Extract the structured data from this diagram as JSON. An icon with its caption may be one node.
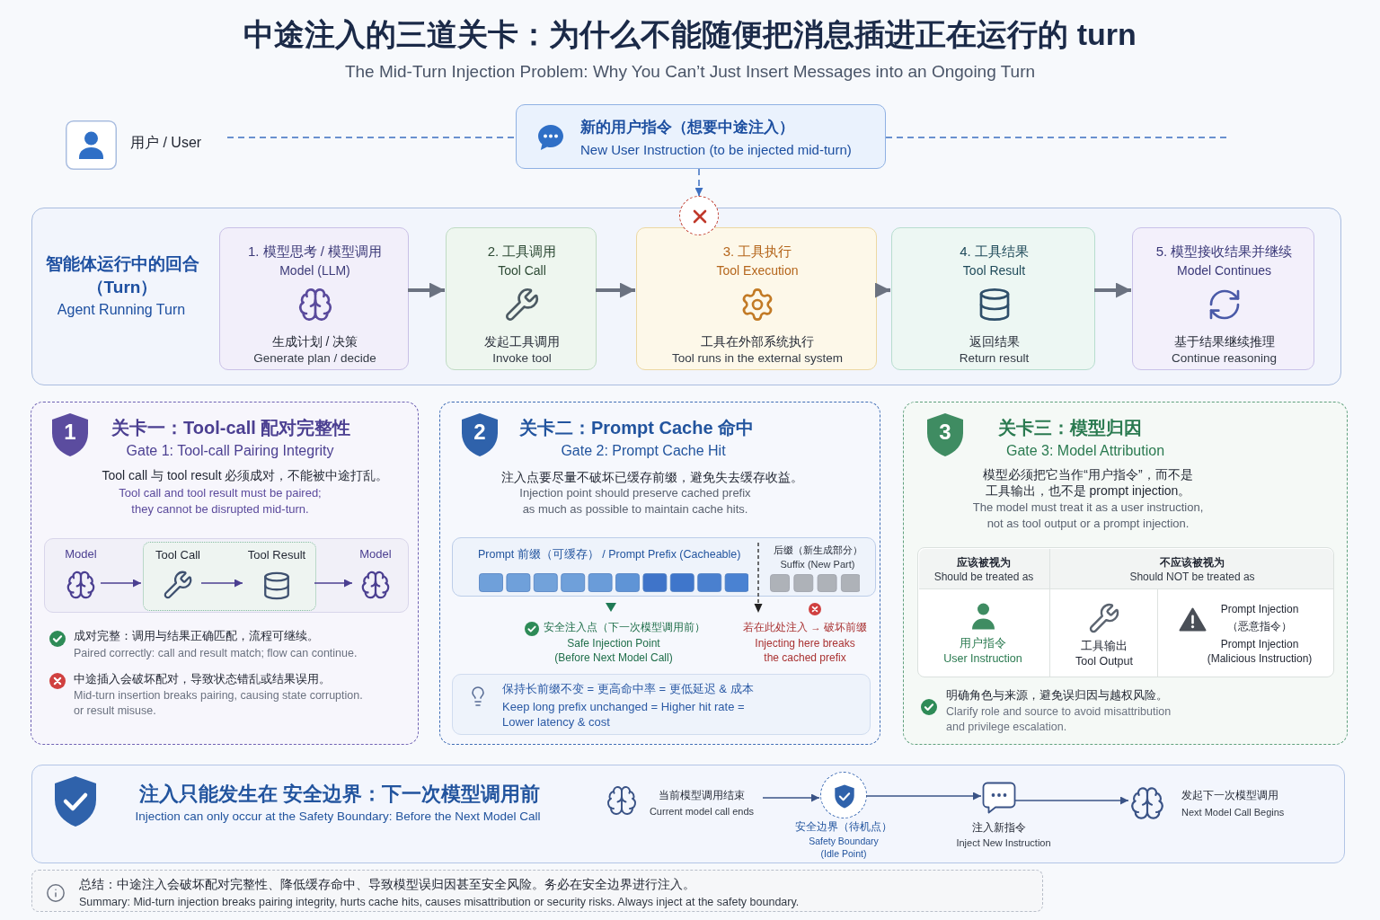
{
  "diagram": {
    "title": "中途注入的三道关卡：为什么不能随便把消息插进正在运行的 turn",
    "nodes": [
      {
        "text": [
          "用户 / User"
        ]
      },
      {
        "text": [
          "新的用户指令（想要中途注入）",
          "New User Instruction (to be injected mid-turn)"
        ]
      },
      {
        "text": [],
        "shape": "circle"
      },
      {
        "text": [
          "智能体运行中的回合（Turn）",
          "Agent Running Turn"
        ]
      },
      {
        "text": [
          "1. 模型思考 / 模型调用",
          "Model (LLM)",
          "生成计划 / 决策",
          "Generate plan / decide"
        ],
        "in": 3
      },
      {
        "text": [
          "2. 工具调用",
          "Tool Call",
          "发起工具调用",
          "Invoke tool"
        ],
        "in": 3
      },
      {
        "text": [
          "3. 工具执行",
          "Tool Execution",
          "工具在外部系统执行",
          "Tool runs in the external system"
        ],
        "in": 3
      },
      {
        "text": [
          "4. 工具结果",
          "Tool Result",
          "返回结果",
          "Return result"
        ],
        "in": 3
      },
      {
        "text": [
          "5. 模型接收结果并继续",
          "Model Continues",
          "基于结果继续推理",
          "Continue reasoning"
        ],
        "in": 3
      },
      {
        "text": [
          "关卡一：Tool-call 配对完整性",
          "Gate 1: Tool-call Pairing Integrity",
          "Tool call 与 tool result 必须成对，不能被中途打乱。",
          "Tool call and tool result must be paired; they cannot be disrupted mid-turn.",
          "成对完整：调用与结果正确匹配，流程可继续。",
          "Paired correctly: call and result match; flow can continue.",
          "中途插入会破坏配对，导致状态错乱或结果误用。",
          "Mid-turn insertion breaks pairing, causing state corruption. or result misuse."
        ]
      },
      {
        "text": [
          "1"
        ],
        "in": 9
      },
      {
        "text": [],
        "shape": "box",
        "in": 9
      },
      {
        "text": [
          "Model"
        ],
        "in": 11
      },
      {
        "text": [],
        "shape": "box",
        "in": 11
      },
      {
        "text": [
          "Tool Call"
        ],
        "in": 13
      },
      {
        "text": [
          "Tool Result"
        ],
        "in": 13
      },
      {
        "text": [
          "Model"
        ],
        "in": 11
      },
      {
        "text": [
          "关卡二：Prompt Cache 命中",
          "Gate 2: Prompt Cache Hit",
          "注入点要尽量不破坏已缓存前缀，避免失去缓存收益。",
          "Injection point should preserve cached prefix as much as possible to maintain cache hits.",
          "安全注入点（下一次模型调用前）",
          "Safe Injection Point (Before Next Model Call)",
          "若在此处注入 → 破坏前缀",
          "Injecting here breaks the cached prefix"
        ]
      },
      {
        "text": [
          "2"
        ],
        "in": 17
      },
      {
        "text": [
          "Prompt 前缀（可缓存） / Prompt Prefix (Cacheable)",
          "后缀（新生成部分）",
          "Suffix (New Part)"
        ],
        "in": 17
      },
      {
        "text": [
          "保持长前缀不变 = 更高命中率 = 更低延迟 & 成本",
          "Keep long prefix unchanged = Higher hit rate = Lower latency & cost"
        ],
        "in": 17
      },
      {
        "text": [
          "关卡三：模型归因",
          "Gate 3: Model Attribution",
          "模型必须把它当作“用户指令”，而不是工具输出，也不是 prompt injection。",
          "The model must treat it as a user instruction, not as tool output or a prompt injection.",
          "明确角色与来源，避免误归因与越权风险。",
          "Clarify role and source to avoid misattribution and privilege escalation."
        ]
      },
      {
        "text": [
          "3"
        ],
        "in": 21
      },
      {
        "text": [
          "应该被视为",
          "Should be treated as",
          "不应该被视为",
          "Should NOT be treated as",
          "用户指令",
          "User Instruction",
          "工具输出",
          "Tool Output",
          "Prompt Injection（恶意指令）",
          "Prompt Injection (Malicious Instruction)"
        ],
        "in": 21
      },
      {
        "text": [
          "注入只能发生在 安全边界：下一次模型调用前",
          "Injection can only occur at the Safety Boundary: Before the Next Model Call"
        ]
      },
      {
        "text": [
          "当前模型调用结束",
          "Current model call ends"
        ],
        "in": 24
      },
      {
        "text": [],
        "shape": "circle",
        "in": 24,
        "beside": [
          "安全边界（待机点）",
          "Safety Boundary (Idle Point)"
        ]
      },
      {
        "text": [],
        "shape": "picture",
        "in": 24,
        "beside": [
          "注入新指令",
          "Inject New Instruction"
        ]
      },
      {
        "text": [],
        "shape": "picture",
        "in": 24,
        "beside": [
          "发起下一次模型调用",
          "Next Model Call Begins"
        ]
      },
      {
        "text": [
          "总结：中途注入会破坏配对完整性、降低缓存命中、导致模型误归因甚至安全风险。务必在安全边界进行注入。",
          "Summary: Mid-turn injection breaks pairing integrity, hurts cache hits, causes misattribution or security risks. Always inject at the safety boundary."
        ]
      }
    ],
    "edges": [
      {
        "from": 0,
        "to": 1,
        "arrow": "none",
        "style": "dashed",
        "color": "#3d6fc0"
      },
      {
        "from": 1,
        "to": null,
        "arrow": "none",
        "style": "dashed",
        "color": "#3d6fc0"
      },
      {
        "from": 1,
        "to": 2,
        "arrow": "to",
        "style": "dashed",
        "color": "#3d6fc0"
      },
      {
        "from": 4,
        "to": 5,
        "arrow": "to",
        "style": "thick"
      },
      {
        "from": 5,
        "to": 6,
        "arrow": "to",
        "style": "thick"
      },
      {
        "from": 6,
        "to": 7,
        "arrow": "to",
        "style": "thick"
      },
      {
        "from": 7,
        "to": 8,
        "arrow": "to",
        "style": "thick"
      },
      {
        "from": 12,
        "to": 13,
        "arrow": "to",
        "color": "#4b3f91"
      },
      {
        "from": 14,
        "to": 15,
        "arrow": "to",
        "color": "#4b3f91"
      },
      {
        "from": 13,
        "to": 16,
        "arrow": "to",
        "color": "#4b3f91"
      },
      {
        "from": 25,
        "to": 26,
        "arrow": "to",
        "color": "#3a5386"
      },
      {
        "from": 26,
        "to": 27,
        "arrow": "to",
        "color": "#3a5386"
      },
      {
        "from": 27,
        "to": 28,
        "arrow": "to",
        "color": "#3a5386"
      }
    ],
    "labels": [
      "The Mid-Turn Injection Problem: Why You Can’t Just Insert Messages into an Ongoing Turn"
    ]
  }
}
